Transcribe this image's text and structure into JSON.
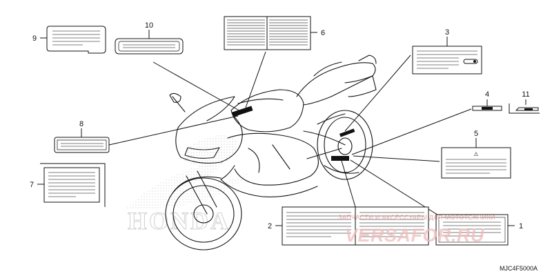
{
  "callouts": [
    "1",
    "2",
    "3",
    "4",
    "5",
    "6",
    "7",
    "8",
    "9",
    "10",
    "11"
  ],
  "warning_symbol": "⚠",
  "diagram_code": "MJC4F5000A",
  "watermark": {
    "text": "ЗАПЧАСТИ И АКСЕССУАРЫ ДЛЯ МОТОТЕХНИКИ",
    "brand": "VERSAFOR.RU",
    "ghost_logo": "HONDA"
  },
  "colors": {
    "line": "#111111",
    "watermark": "#e9a2a2"
  }
}
